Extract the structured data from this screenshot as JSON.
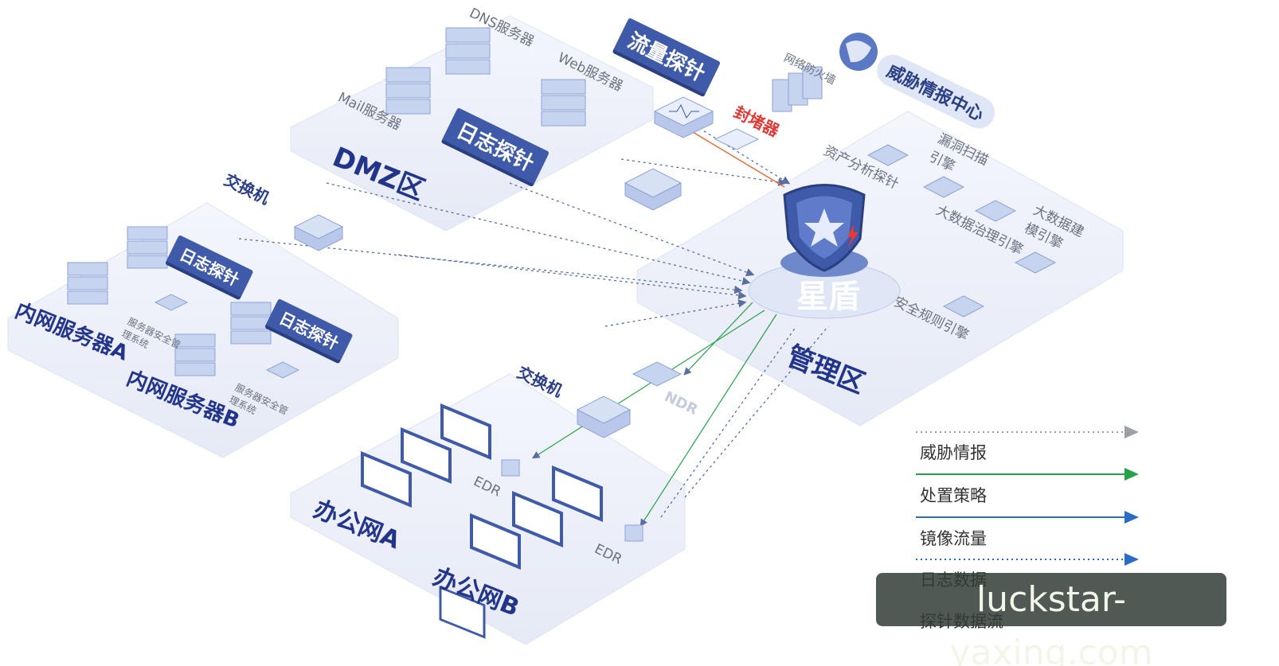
{
  "zones": {
    "dmz": "DMZ区",
    "mgmt": "管理区",
    "intranet_a": "内网服务器A",
    "intranet_b": "内网服务器B",
    "office_a": "办公网A",
    "office_b": "办公网B"
  },
  "devices": {
    "dns": "DNS服务器",
    "web": "Web服务器",
    "mail": "Mail服务器",
    "log_probe": "日志探针",
    "switch": "交换机",
    "flow_probe": "流量探针",
    "blocker": "封堵器",
    "firewall": "网络防火墙",
    "threat_center": "威胁情报中心",
    "xingdun": "星盾",
    "asset_probe": "资产分析探针",
    "vuln_engine": "漏洞扫描引擎",
    "bigdata_gov": "大数据治理引擎",
    "bigdata_model": "大数据建模引擎",
    "rule_engine": "安全规则引擎",
    "server_mgmt_a": "服务器安全管理系统",
    "server_mgmt_b": "服务器安全管理系统",
    "edr": "EDR",
    "ndr": "NDR"
  },
  "legend": [
    {
      "label": "威胁情报",
      "color": "#9aa0a6",
      "style": "dotted"
    },
    {
      "label": "处置策略",
      "color": "#27a04a",
      "style": "solid"
    },
    {
      "label": "镜像流量",
      "color": "#2b6cc4",
      "style": "solid"
    },
    {
      "label": "日志数据",
      "color": "#2b6cc4",
      "style": "dotted"
    },
    {
      "label": "探针数据流",
      "color": "#9aa0a6",
      "style": "dotted"
    }
  ],
  "watermark": "luckstar-yaxing.com",
  "colors": {
    "accent": "#3e5aa8",
    "platform": "#eef1f9",
    "device": "#c7d4ef"
  }
}
